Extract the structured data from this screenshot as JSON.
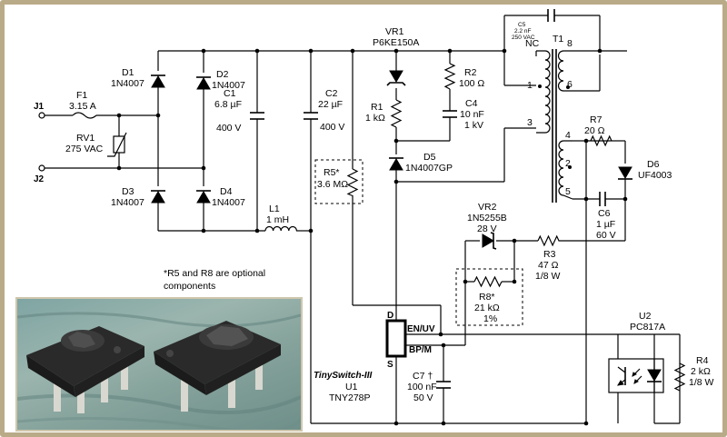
{
  "connectors": {
    "j1": "J1",
    "j2": "J2"
  },
  "components": {
    "f1": {
      "ref": "F1",
      "value": "3.15 A"
    },
    "rv1": {
      "ref": "RV1",
      "value": "275 VAC"
    },
    "d1": {
      "ref": "D1",
      "value": "1N4007"
    },
    "d2": {
      "ref": "D2",
      "value": "1N4007"
    },
    "d3": {
      "ref": "D3",
      "value": "1N4007"
    },
    "d4": {
      "ref": "D4",
      "value": "1N4007"
    },
    "c1": {
      "ref": "C1",
      "value": "6.8 µF",
      "rating": "400 V"
    },
    "c2": {
      "ref": "C2",
      "value": "22 µF",
      "rating": "400 V"
    },
    "l1": {
      "ref": "L1",
      "value": "1 mH"
    },
    "r5": {
      "ref": "R5*",
      "value": "3.6 MΩ"
    },
    "vr1": {
      "ref": "VR1",
      "value": "P6KE150A"
    },
    "r1": {
      "ref": "R1",
      "value": "1 kΩ"
    },
    "r2": {
      "ref": "R2",
      "value": "100 Ω"
    },
    "c4": {
      "ref": "C4",
      "value": "10 nF",
      "rating": "1 kV"
    },
    "d5": {
      "ref": "D5",
      "value": "1N4007GP"
    },
    "c5": {
      "ref": "C5",
      "value": "2.2 nF",
      "rating": "250 VAC"
    },
    "t1": {
      "ref": "T1",
      "nc": "NC",
      "pins": [
        "1",
        "3",
        "8",
        "6",
        "4",
        "2",
        "5"
      ]
    },
    "r7": {
      "ref": "R7",
      "value": "20 Ω"
    },
    "d6": {
      "ref": "D6",
      "value": "UF4003"
    },
    "c6": {
      "ref": "C6",
      "value": "1 µF",
      "rating": "60 V"
    },
    "vr2": {
      "ref": "VR2",
      "value": "1N5255B",
      "rating": "28 V"
    },
    "r3": {
      "ref": "R3",
      "value": "47 Ω",
      "rating": "1/8 W"
    },
    "r8": {
      "ref": "R8*",
      "value": "21 kΩ",
      "rating": "1%"
    },
    "u1": {
      "ref": "U1",
      "value": "TNY278P",
      "family": "TinySwitch-III",
      "pin_d": "D",
      "pin_s": "S",
      "pin_en": "EN/UV",
      "pin_bp": "BP/M"
    },
    "c7": {
      "ref": "C7 †",
      "value": "100 nF",
      "rating": "50 V"
    },
    "u2": {
      "ref": "U2",
      "value": "PC817A"
    },
    "r4": {
      "ref": "R4",
      "value": "2 kΩ",
      "rating": "1/8 W"
    }
  },
  "notes": {
    "optional_line1": "*R5 and R8 are optional",
    "optional_line2": "components"
  },
  "colors": {
    "wire": "#000000",
    "frame": "#b9aa88",
    "photo_bg": "#86a39c"
  }
}
